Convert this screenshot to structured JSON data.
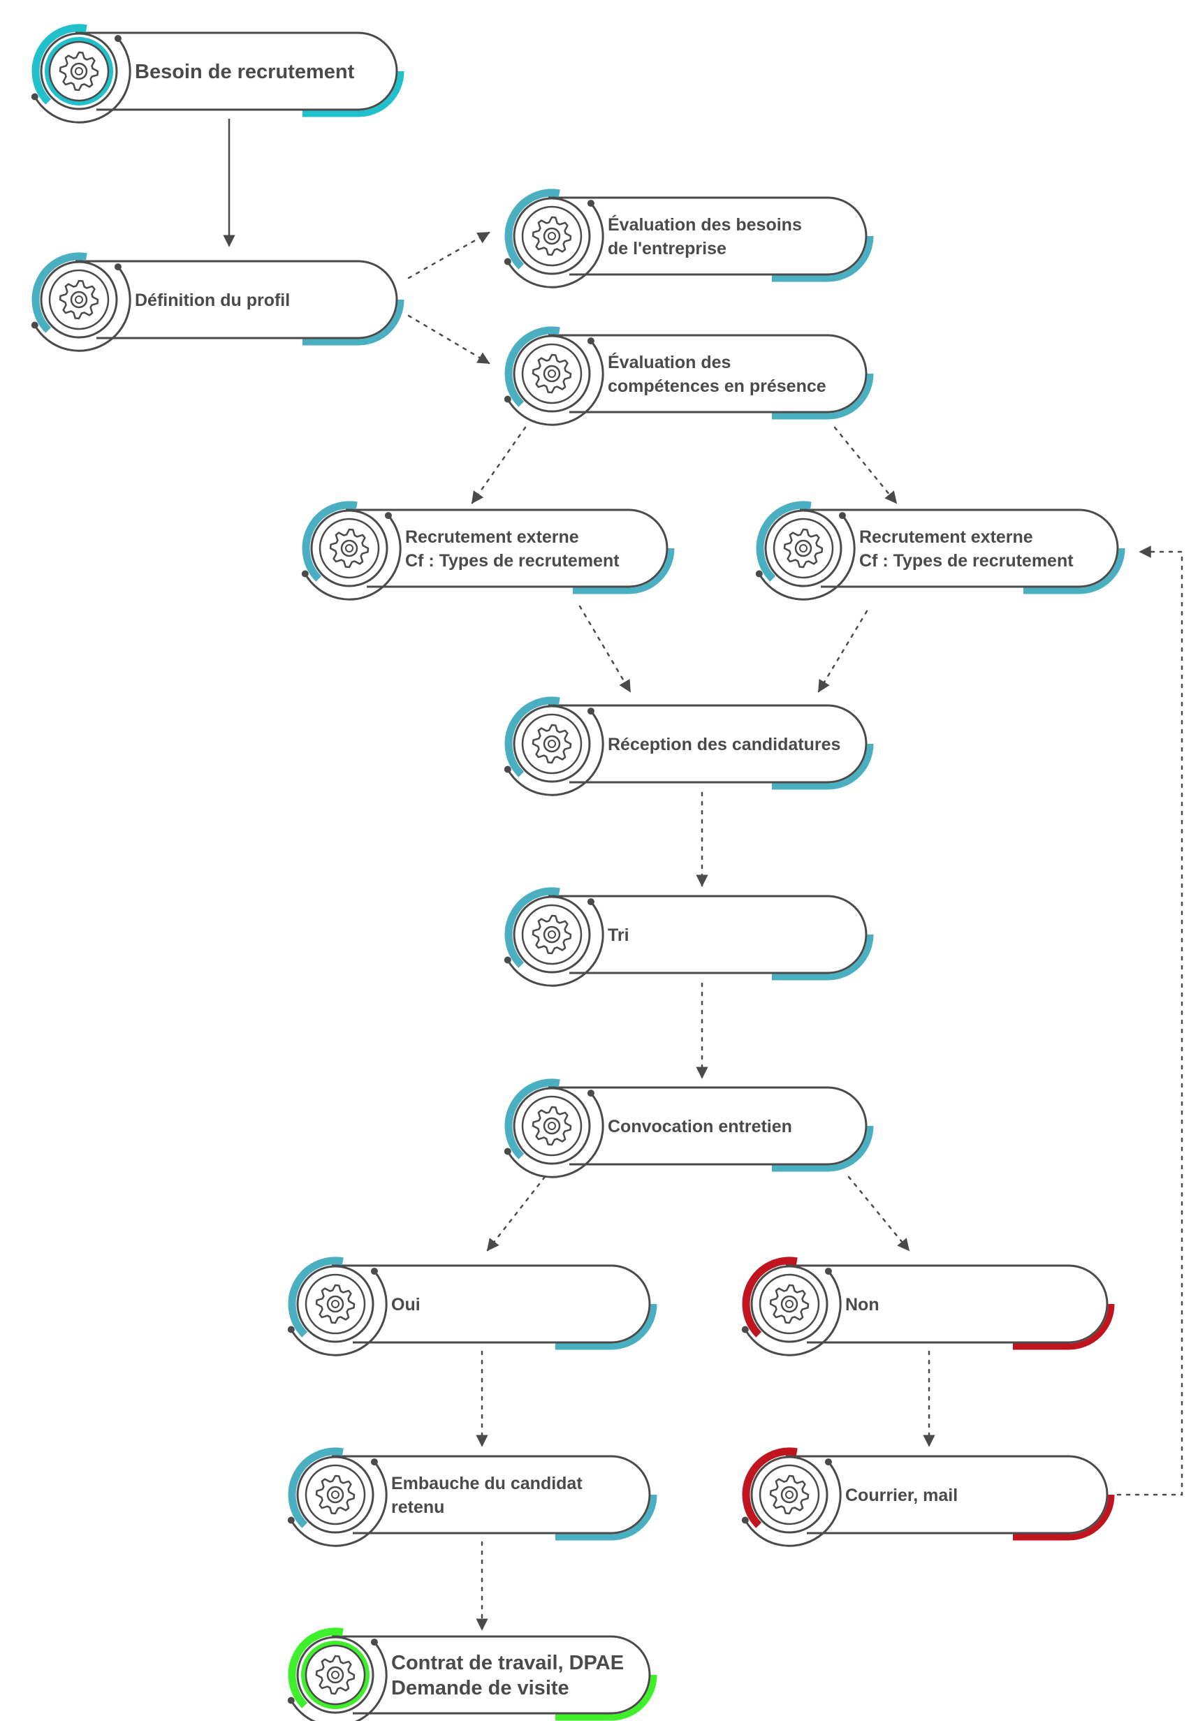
{
  "colors": {
    "stroke": "#4a4a4a",
    "accent": "#4bafc2",
    "accent_start": "#20c0cc",
    "negative": "#c0141e",
    "success": "#3ef02a",
    "arrow": "#4a4a4a"
  },
  "icon": "gear-icon",
  "nodes": [
    {
      "id": "besoin",
      "lines": [
        "Besoin de recrutement"
      ],
      "color": "accent_start",
      "emphasis": true
    },
    {
      "id": "definition",
      "lines": [
        "Définition du profil"
      ],
      "color": "accent"
    },
    {
      "id": "eval-besoins",
      "lines": [
        "Évaluation des besoins",
        "de l'entreprise"
      ],
      "color": "accent"
    },
    {
      "id": "eval-competences",
      "lines": [
        "Évaluation des",
        "compétences en présence"
      ],
      "color": "accent"
    },
    {
      "id": "recrutement-externe-1",
      "lines": [
        "Recrutement externe",
        "Cf : Types de recrutement"
      ],
      "color": "accent"
    },
    {
      "id": "recrutement-externe-2",
      "lines": [
        "Recrutement externe",
        "Cf : Types de recrutement"
      ],
      "color": "accent"
    },
    {
      "id": "reception",
      "lines": [
        "Réception des candidatures"
      ],
      "color": "accent"
    },
    {
      "id": "tri",
      "lines": [
        "Tri"
      ],
      "color": "accent"
    },
    {
      "id": "convocation",
      "lines": [
        "Convocation entretien"
      ],
      "color": "accent"
    },
    {
      "id": "oui",
      "lines": [
        "Oui"
      ],
      "color": "accent"
    },
    {
      "id": "non",
      "lines": [
        "Non"
      ],
      "color": "negative"
    },
    {
      "id": "embauche",
      "lines": [
        "Embauche du candidat",
        "retenu"
      ],
      "color": "accent"
    },
    {
      "id": "courrier",
      "lines": [
        "Courrier, mail"
      ],
      "color": "negative"
    },
    {
      "id": "contrat",
      "lines": [
        "Contrat de travail, DPAE",
        "Demande de visite"
      ],
      "color": "success",
      "emphasis": true
    }
  ],
  "edges": [
    {
      "from": "besoin",
      "to": "definition",
      "style": "solid"
    },
    {
      "from": "definition",
      "to": "eval-besoins",
      "style": "dotted"
    },
    {
      "from": "definition",
      "to": "eval-competences",
      "style": "dotted"
    },
    {
      "from": "eval-competences",
      "to": "recrutement-externe-1",
      "style": "dotted"
    },
    {
      "from": "eval-competences",
      "to": "recrutement-externe-2",
      "style": "dotted"
    },
    {
      "from": "recrutement-externe-1",
      "to": "reception",
      "style": "dotted"
    },
    {
      "from": "recrutement-externe-2",
      "to": "reception",
      "style": "dotted"
    },
    {
      "from": "reception",
      "to": "tri",
      "style": "dotted"
    },
    {
      "from": "tri",
      "to": "convocation",
      "style": "dotted"
    },
    {
      "from": "convocation",
      "to": "oui",
      "style": "dotted"
    },
    {
      "from": "convocation",
      "to": "non",
      "style": "dotted"
    },
    {
      "from": "oui",
      "to": "embauche",
      "style": "dotted"
    },
    {
      "from": "non",
      "to": "courrier",
      "style": "dotted"
    },
    {
      "from": "embauche",
      "to": "contrat",
      "style": "dotted"
    },
    {
      "from": "courrier",
      "to": "recrutement-externe-2",
      "style": "dotted"
    }
  ]
}
